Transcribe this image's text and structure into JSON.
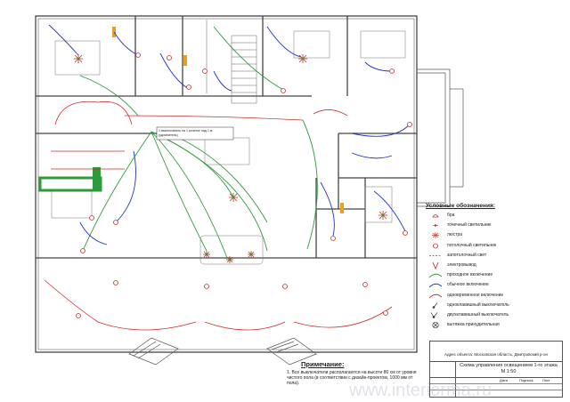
{
  "plan_annotation": "1 выключатель на 1 розетке над 1 м (удлинитель)",
  "legend": {
    "title": "Условные обозначения:",
    "items": [
      {
        "symbol": "sconce",
        "label": "бра"
      },
      {
        "symbol": "spot",
        "label": "точечный светильник"
      },
      {
        "symbol": "chandelier",
        "label": "люстра"
      },
      {
        "symbol": "ceiling",
        "label": "потолочный светильник"
      },
      {
        "symbol": "dashed",
        "label": "запотолочный свет"
      },
      {
        "symbol": "v",
        "label": "электровывод"
      },
      {
        "symbol": "green",
        "label": "проходное включение"
      },
      {
        "symbol": "blue",
        "label": "обычное включение"
      },
      {
        "symbol": "red",
        "label": "одновременное включение"
      },
      {
        "symbol": "switch1",
        "label": "одноклавишный выключатель"
      },
      {
        "symbol": "switch2",
        "label": "двухклавишный выключатель"
      },
      {
        "symbol": "fan",
        "label": "вытяжка принудительная"
      }
    ]
  },
  "note": {
    "title": "Примечание:",
    "text": "1. Все выключатели располагаются на высоте 80 см от уровня чистого пола (в соответствии с дизайн-проектом, 1000 мм от пола)."
  },
  "stamp": {
    "address": "Адрес объекта: Московская область, Дмитровский р-он",
    "title": "Схема управления освещением 1-го этажа",
    "scale": "М 1:50",
    "col_date": "Дата",
    "col_sheet": "Подпись",
    "col_list": "Лист"
  },
  "watermark": "www.interiorma.ru",
  "colors": {
    "green": "#2e9a3a",
    "blue": "#2233c8",
    "red": "#c8302a",
    "wall": "#444444",
    "line": "#555555",
    "orange": "#e8a020"
  }
}
